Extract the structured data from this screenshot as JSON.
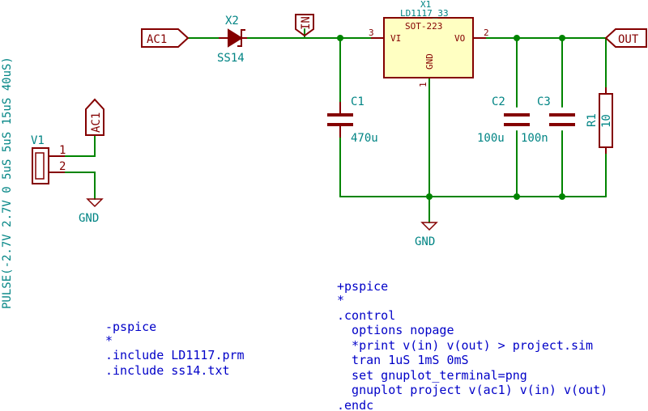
{
  "labels": {
    "ac1_main": "AC1",
    "ac1_source": "AC1",
    "out": "OUT",
    "in": "IN"
  },
  "x2": {
    "ref": "X2",
    "value": "SS14"
  },
  "x1": {
    "ref": "X1",
    "value": "LD1117_33",
    "package": "SOT-223",
    "pin_vi": "VI",
    "pin_vo": "VO",
    "pin_gnd": "GND",
    "pin3": "3",
    "pin2": "2",
    "pin1": "1"
  },
  "c1": {
    "ref": "C1",
    "value": "470u"
  },
  "c2": {
    "ref": "C2",
    "value": "100u"
  },
  "c3": {
    "ref": "C3",
    "value": "100n"
  },
  "r1": {
    "ref": "R1",
    "value": "10"
  },
  "v1": {
    "ref": "V1",
    "pin1": "1",
    "pin2": "2",
    "value": "PULSE(-2.7V 2.7V 0 5uS 5uS 15uS 40uS)"
  },
  "gnd": {
    "main": "GND",
    "source": "GND"
  },
  "notes": {
    "minus_pspice": [
      "-pspice",
      "*",
      ".include LD1117.prm",
      ".include ss14.txt"
    ],
    "plus_pspice": [
      "+pspice",
      "*",
      ".control",
      "  options nopage",
      "  *print v(in) v(out) > project.sim",
      "  tran 1uS 1mS 0mS",
      "  set gnuplot_terminal=png",
      "  gnuplot project v(ac1) v(in) v(out)",
      ".endc"
    ]
  }
}
